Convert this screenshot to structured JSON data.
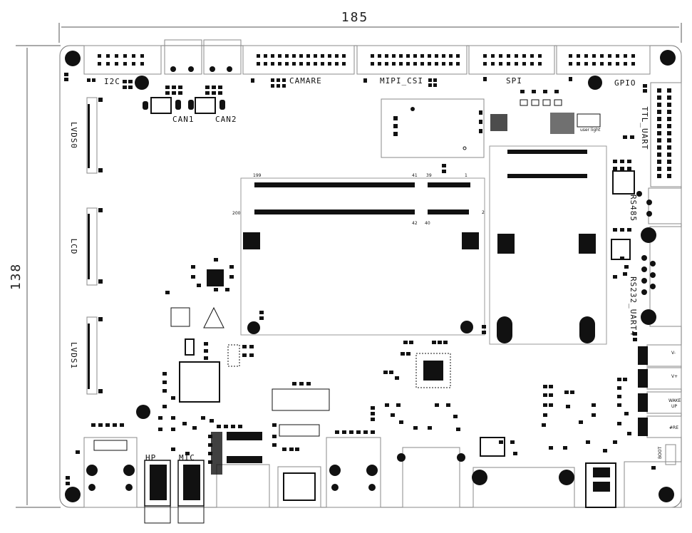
{
  "dimensions": {
    "width": "185",
    "height": "138"
  },
  "labels": {
    "i2c": "I2C",
    "camare": "CAMARE",
    "mipi_csi": "MIPI_CSI",
    "spi": "SPI",
    "gpio": "GPIO",
    "can1": "CAN1",
    "can2": "CAN2",
    "ttl_uart": "TTL_UART",
    "lvds0": "LVDS0",
    "lcd": "LCD",
    "lvds1": "LVDS1",
    "rs485": "RS485",
    "rs232_uart4": "RS232_UART4",
    "hp": "HP",
    "mic": "MIC",
    "user_light": "user light",
    "key_v_minus": "V-",
    "key_v_plus": "V+",
    "key_wake": "WAKE",
    "key_up": "UP",
    "key_rst": "#RE",
    "boot": "BOOT"
  },
  "som_pins": {
    "p199": "199",
    "p200": "200",
    "p41": "41",
    "p42": "42",
    "p39": "39",
    "p40": "40",
    "p1": "1",
    "p2": "2"
  }
}
